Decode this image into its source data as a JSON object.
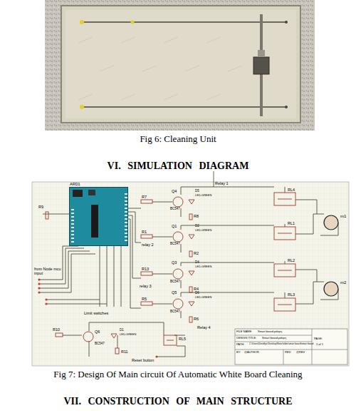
{
  "diagram": {
    "caption": "Fig 7: Design Of Main circuit Of Automatic White Board Cleaning",
    "nodes": [
      {
        "text": [
          "ARD1"
        ]
      }
    ],
    "labels": [
      "Fig 6: Cleaning Unit",
      "VI. SIMULATION DIAGRAM",
      "R9",
      "R7",
      "Q4",
      "BC547",
      "D5",
      "LED-GREEN",
      "R8",
      "Relay 1",
      "RL4",
      "m1",
      "relay 2",
      "R1",
      "Q1",
      "BC547",
      "D2",
      "LED-GREEN",
      "R2",
      "RL1",
      "R13",
      "Q3",
      "BC547",
      "D4",
      "LED-GREEN",
      "R4",
      "relay 3",
      "RL2",
      "m2",
      "R5",
      "Q5",
      "BC547",
      "D6",
      "LED-GREEN",
      "R6",
      "RL3",
      "Relay 4",
      "from Node mcu input",
      "Limit switches",
      "R10",
      "Q6",
      "BC547",
      "D1",
      "LED-GREEN",
      "R11",
      "RL5",
      "Reset button",
      "FILE NAME:",
      "Smart board.pdsprj",
      "DESIGN TITLE:",
      "Smart board.pdsprj",
      "PATH:",
      "C:\\Users\\Deedi\\pc\\Desktop\\New folder\\smart board\\smart board",
      "BY:",
      "@AUTHOR",
      "REV:",
      "@REV",
      "PAGE:",
      "1 of 1",
      "VII. CONSTRUCTION OF MAIN STRUCTURE"
    ]
  }
}
